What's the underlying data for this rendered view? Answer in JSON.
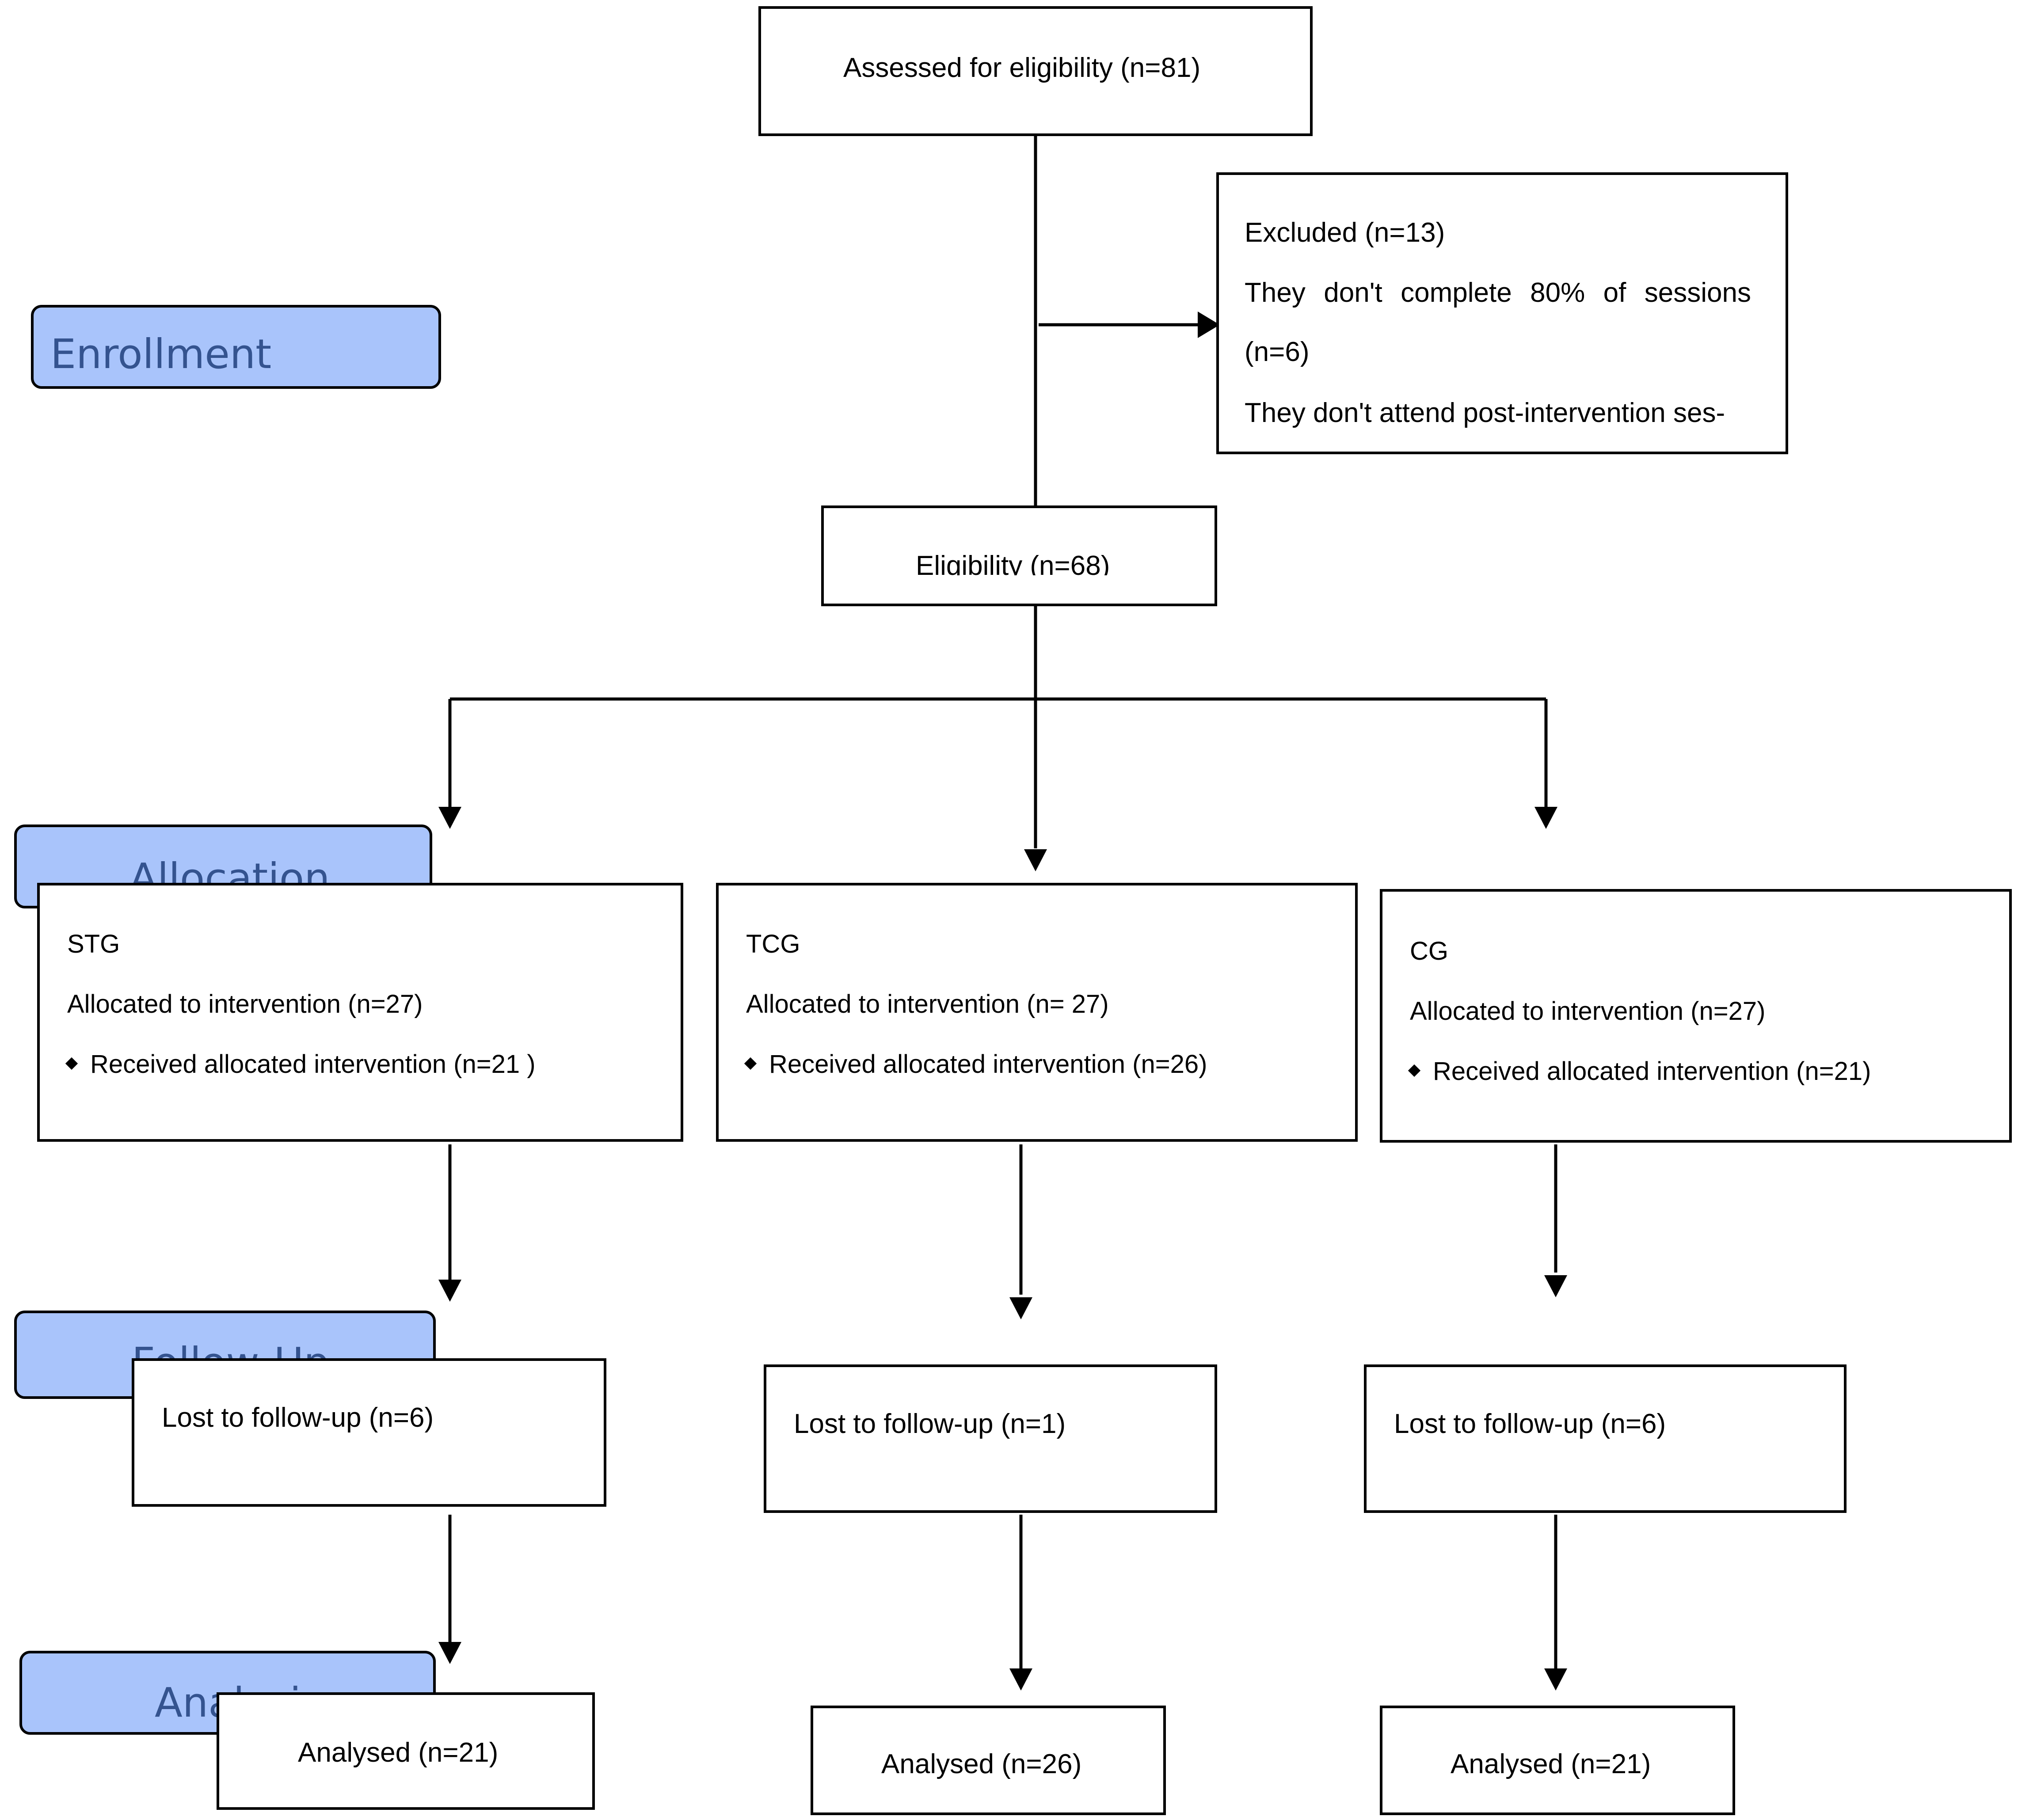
{
  "stages": {
    "enrollment": "Enrollment",
    "allocation": "Allocation",
    "follow_up": "Follow-Up",
    "analysis": "Analysis"
  },
  "assessed": "Assessed for eligibility (n=81)",
  "excluded": {
    "title": "Excluded (n=13)",
    "reason1_line1": "They don't complete 80% of sessions",
    "reason1_line2": "(n=6)",
    "reason2_line1": "They don't attend post-intervention ses-"
  },
  "eligibility": "Eligibility (n=68)",
  "groups": [
    {
      "name": "STG",
      "allocated": "Allocated to intervention (n=27)",
      "received": "Received allocated intervention (n=21 )",
      "lost": "Lost to follow-up (n=6)",
      "analysed": "Analysed (n=21)"
    },
    {
      "name": "TCG",
      "allocated": "Allocated to intervention (n= 27)",
      "received": "Received allocated intervention (n=26)",
      "lost": "Lost to follow-up (n=1)",
      "analysed": "Analysed (n=26)"
    },
    {
      "name": "CG",
      "allocated": "Allocated to intervention (n=27)",
      "received": "Received allocated intervention (n=21)",
      "lost": "Lost to follow-up (n=6)",
      "analysed": "Analysed (n=21)"
    }
  ],
  "colors": {
    "stage_fill": "#a9c4fb",
    "stage_text": "#34538f",
    "line": "#000000"
  }
}
